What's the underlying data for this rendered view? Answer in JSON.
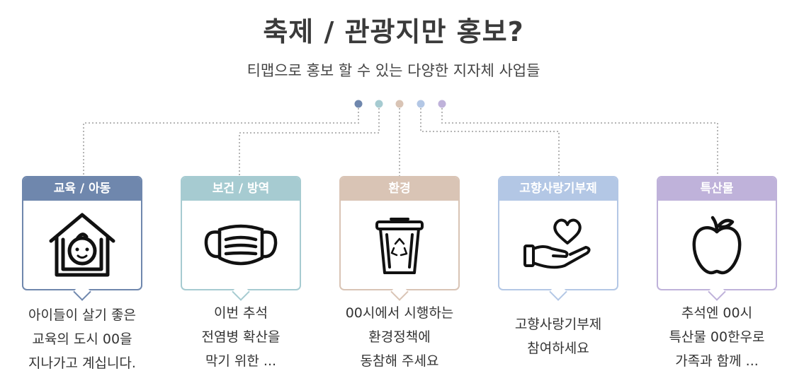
{
  "title": "축제 / 관광지만 홍보?",
  "subtitle": "티맵으로 홍보 할 수 있는 다양한  지자체 사업들",
  "colors": {
    "education": "#6f87ad",
    "health": "#a6cbd1",
    "environment": "#d9c4b5",
    "hometown": "#b3c7e5",
    "specialty": "#bfb2da",
    "connector": "#b5b5b5"
  },
  "cards": [
    {
      "label": "교육 / 아동",
      "icon": "house-with-baby-icon",
      "desc": [
        "아이들이 살기 좋은",
        "교육의 도시 00을",
        "지나가고 계십니다."
      ]
    },
    {
      "label": "보건 / 방역",
      "icon": "face-mask-icon",
      "desc": [
        "이번 추석",
        "전염병 확산을",
        "막기 위한 ..."
      ]
    },
    {
      "label": "환경",
      "icon": "recycle-bin-icon",
      "desc": [
        "00시에서 시행하는",
        "환경정책에",
        "동참해 주세요"
      ]
    },
    {
      "label": "고향사랑기부제",
      "icon": "hand-holding-heart-icon",
      "desc": [
        "고향사랑기부제",
        "참여하세요"
      ]
    },
    {
      "label": "특산물",
      "icon": "apple-icon",
      "desc": [
        "추석엔 00시",
        "특산물 00한우로",
        "가족과 함께 ..."
      ]
    }
  ]
}
